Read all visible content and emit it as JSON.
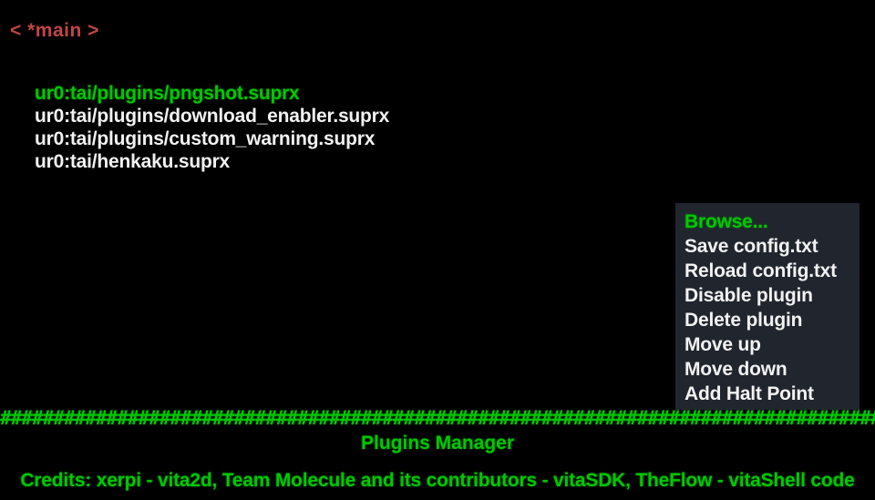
{
  "header": {
    "tab_label": "< *main >"
  },
  "plugin_list": {
    "items": [
      {
        "path": "ur0:tai/plugins/pngshot.suprx",
        "selected": true
      },
      {
        "path": "ur0:tai/plugins/download_enabler.suprx",
        "selected": false
      },
      {
        "path": "ur0:tai/plugins/custom_warning.suprx",
        "selected": false
      },
      {
        "path": "ur0:tai/henkaku.suprx",
        "selected": false
      }
    ]
  },
  "context_menu": {
    "items": [
      {
        "label": "Browse...",
        "selected": true
      },
      {
        "label": "Save config.txt",
        "selected": false
      },
      {
        "label": "Reload config.txt",
        "selected": false
      },
      {
        "label": "Disable plugin",
        "selected": false
      },
      {
        "label": "Delete plugin",
        "selected": false
      },
      {
        "label": "Move up",
        "selected": false
      },
      {
        "label": "Move down",
        "selected": false
      },
      {
        "label": "Add Halt Point",
        "selected": false
      }
    ]
  },
  "footer": {
    "separator": "########################################################################################################",
    "app_title": "Plugins Manager",
    "credits": "Credits: xerpi - vita2d, Team Molecule and its contributors - vitaSDK, TheFlow - vitaShell code"
  },
  "colors": {
    "background": "#000000",
    "header_red": "#c24545",
    "accent_green": "#00c800",
    "text_white": "#f2f2f2",
    "menu_background": "#21252e"
  }
}
